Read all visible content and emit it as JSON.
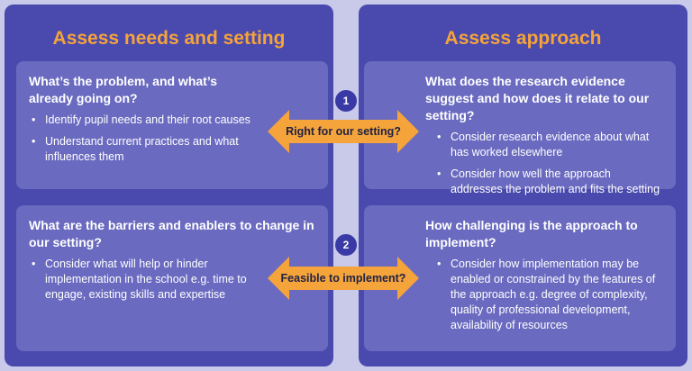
{
  "left_panel": {
    "title": "Assess needs and setting",
    "top_card": {
      "heading": "What’s the problem, and what’s already going on?",
      "bullets": [
        "Identify pupil needs and their root causes",
        "Understand current practices and what influences them"
      ]
    },
    "bottom_card": {
      "heading": "What are the barriers and enablers to change in our setting?",
      "bullets": [
        "Consider what will help or hinder implementation in the school e.g. time to engage, existing skills and expertise"
      ]
    }
  },
  "right_panel": {
    "title": "Assess approach",
    "top_card": {
      "heading": "What does the research evidence suggest and how does it relate to our setting?",
      "bullets": [
        "Consider research evidence about what has worked elsewhere",
        "Consider how well the approach addresses the problem and fits the setting"
      ]
    },
    "bottom_card": {
      "heading": "How challenging is the approach to implement?",
      "bullets": [
        "Consider how implementation may be enabled or constrained by the features of the approach e.g. degree of complexity, quality of professional development, availability of resources"
      ]
    }
  },
  "connectors": [
    {
      "step": "1",
      "label": "Right for our setting?"
    },
    {
      "step": "2",
      "label": "Feasible to implement?"
    }
  ],
  "colors": {
    "panel": "#4a4aae",
    "card": "#6a6ac0",
    "title_accent": "#f6a33a",
    "arrow": "#f4a43a",
    "background": "#c9c9ea"
  }
}
